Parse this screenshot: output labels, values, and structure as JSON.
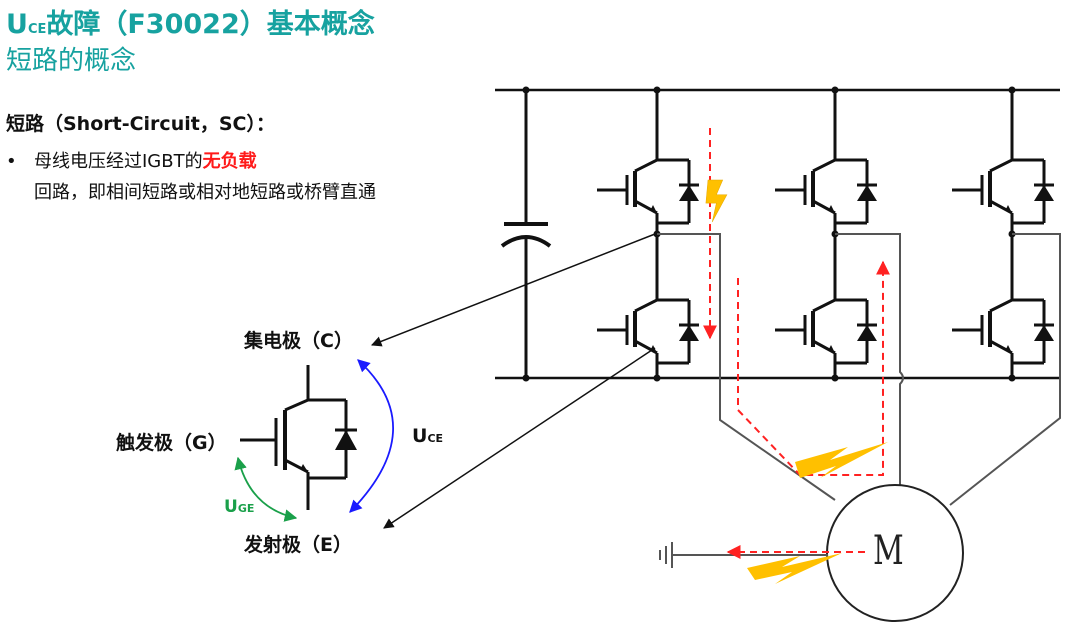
{
  "title": {
    "u": "U",
    "u_sub": "CE",
    "rest": "故障（F30022）基本概念",
    "subtitle": "短路的概念"
  },
  "short_circuit": {
    "heading": "短路（Short-Circuit，SC）：",
    "bullet_marker": "•",
    "line1_prefix": "母线电压经过IGBT的",
    "line1_highlight": "无负载",
    "line2": "回路，即相间短路或相对地短路或桥臂直通"
  },
  "igbt_labels": {
    "collector": "集电极（C）",
    "gate": "触发极（G）",
    "emitter": "发射极（E）",
    "uce_main": "U",
    "uce_sub": "CE",
    "uge_main": "U",
    "uge_sub": "GE"
  },
  "motor_label": "M",
  "colors": {
    "title_teal": "#17a2a0",
    "highlight_red": "#ff1a1a",
    "arrow_blue": "#1a1aff",
    "arrow_green": "#1aa04a",
    "fault_path_red": "#ff3333",
    "spark_yellow": "#ffc000",
    "circuit_line": "#111111",
    "wire_gray": "#444444"
  },
  "icons": [
    "lightning-icon",
    "ground-icon",
    "capacitor-icon",
    "igbt-icon",
    "motor-icon"
  ]
}
